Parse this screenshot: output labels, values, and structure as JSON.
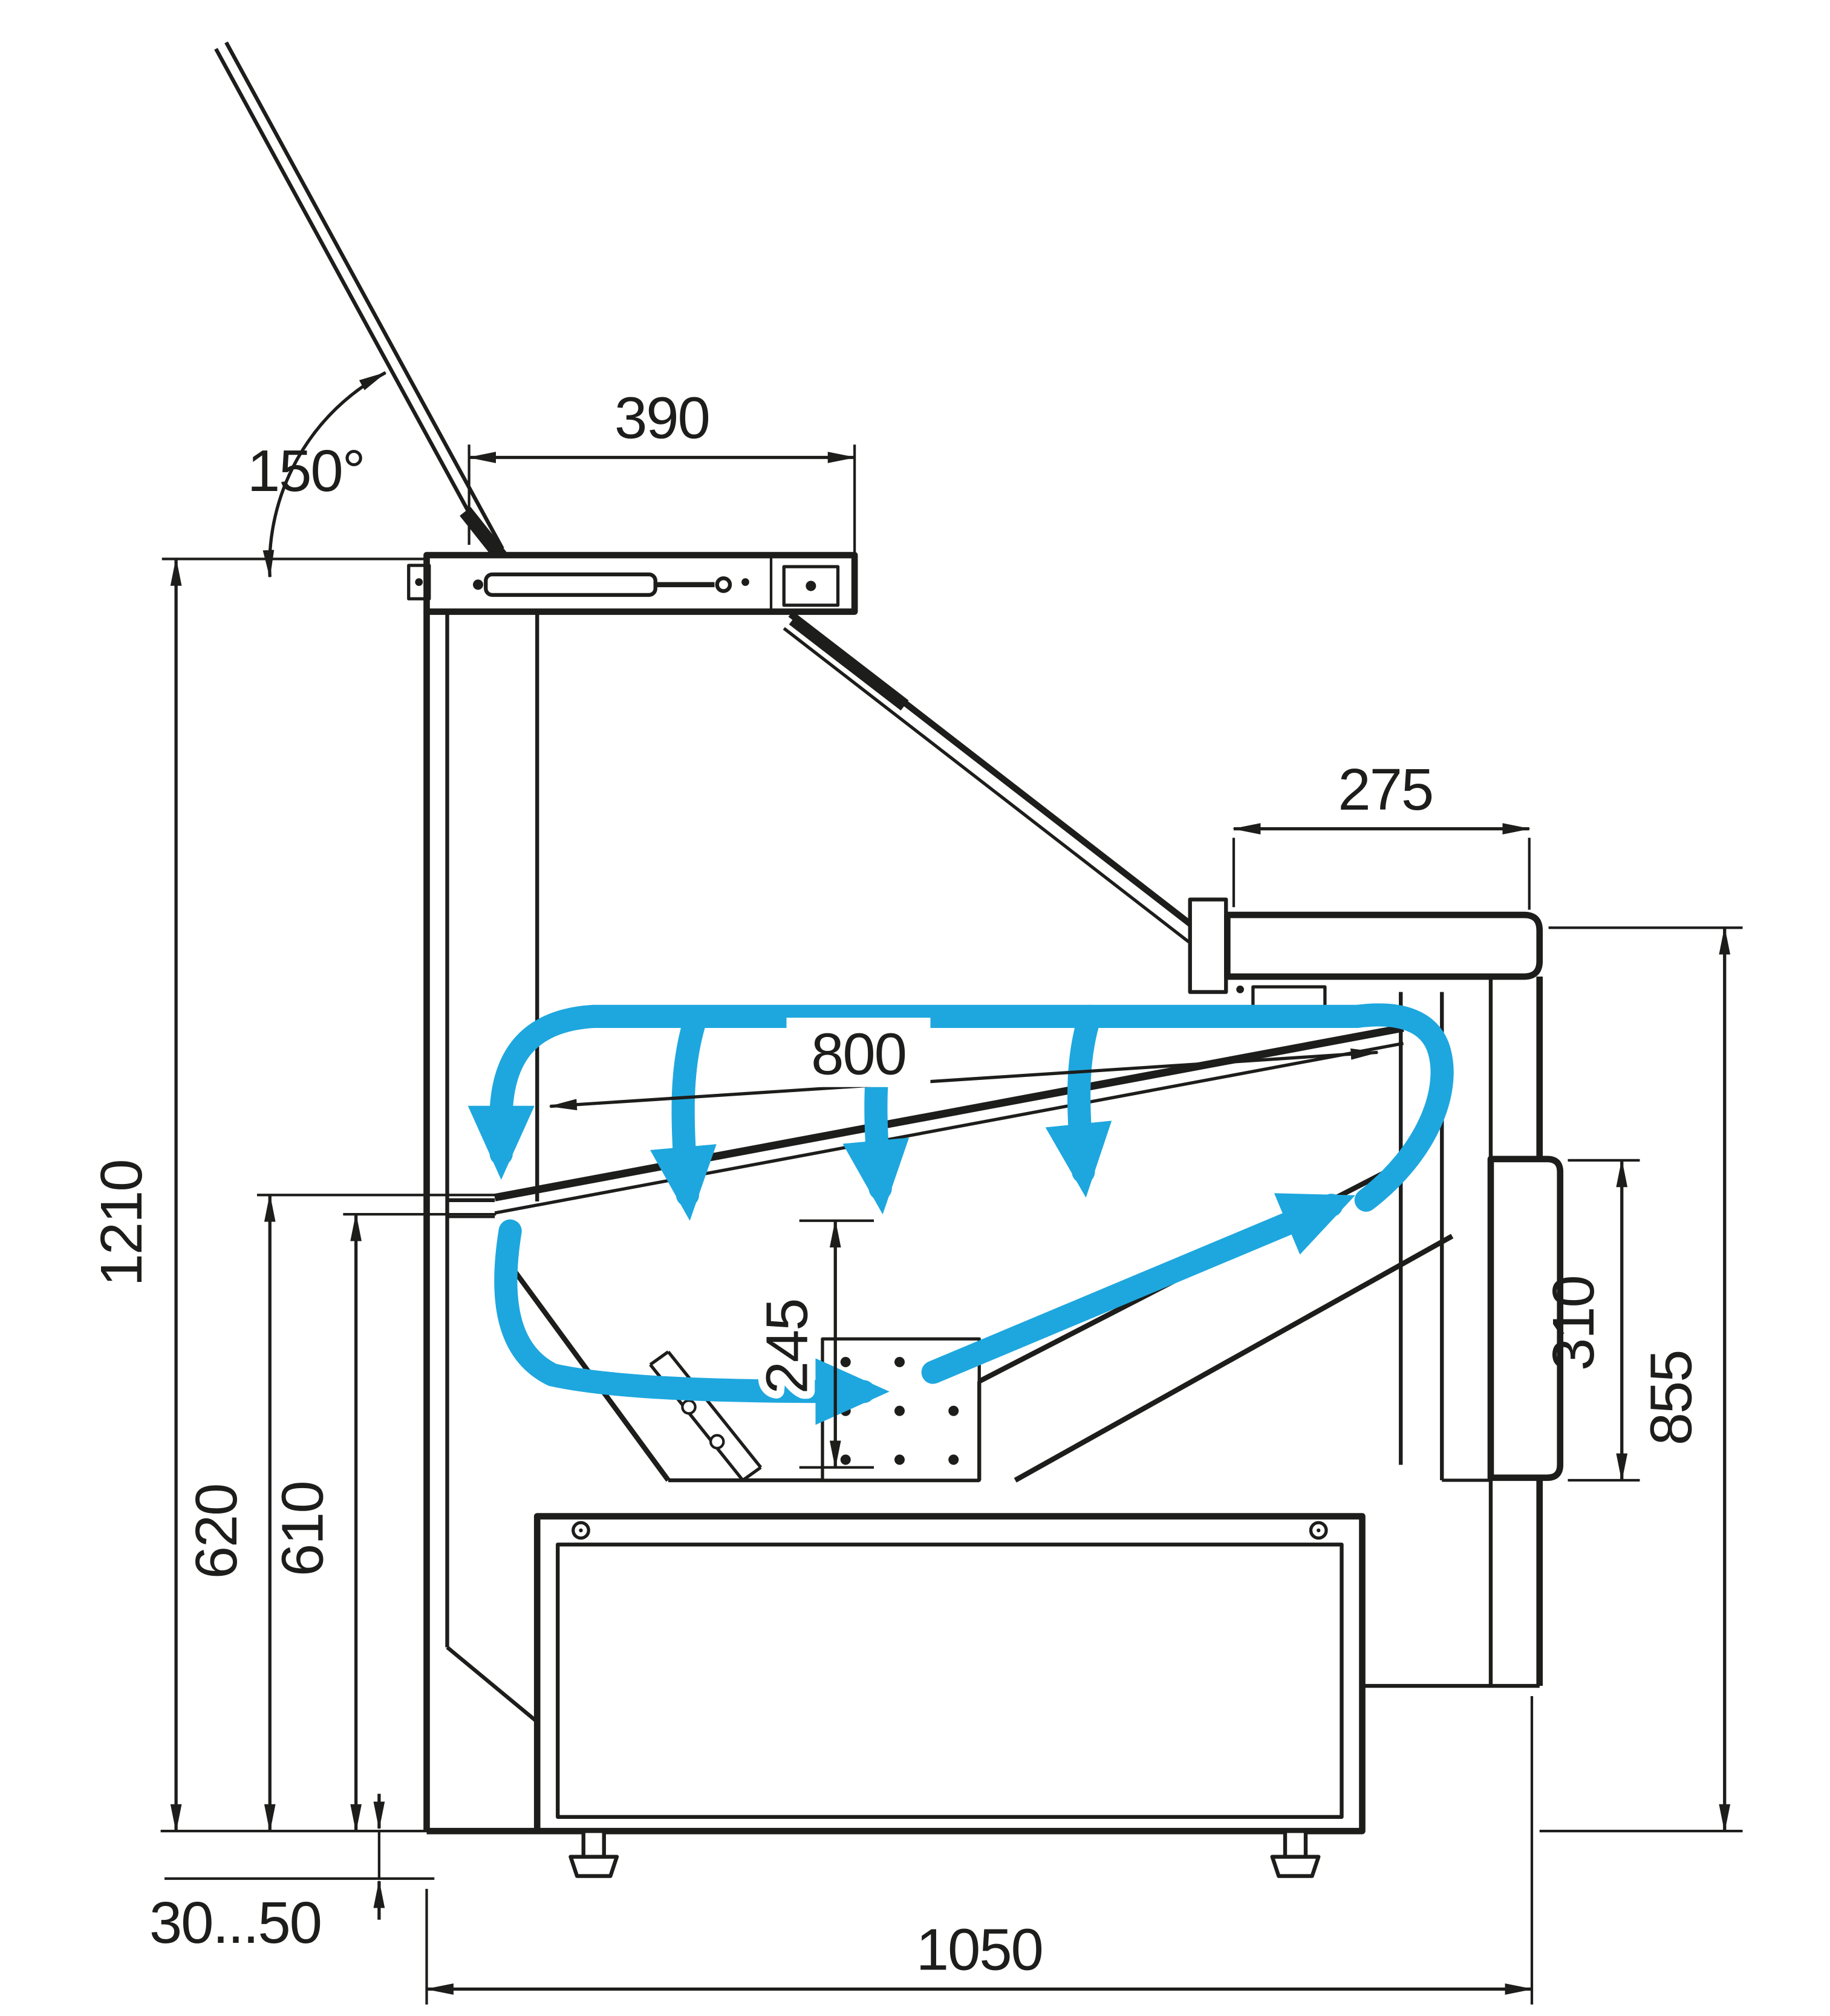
{
  "diagram": {
    "kind": "technical-drawing-side-section",
    "colors": {
      "outline": "#1d1d1b",
      "airflow": "#1ea7de",
      "background": "#ffffff"
    },
    "dimensions": {
      "lid_angle": "150°",
      "top_depth": "390",
      "counter_depth": "275",
      "deck_depth": "800",
      "overall_height": "1210",
      "back_panel_height": "620",
      "back_inner_height": "610",
      "well_height": "245",
      "front_panel_height": "310",
      "worktop_height": "855",
      "feet_range": "30...50",
      "base_depth": "1050"
    }
  }
}
